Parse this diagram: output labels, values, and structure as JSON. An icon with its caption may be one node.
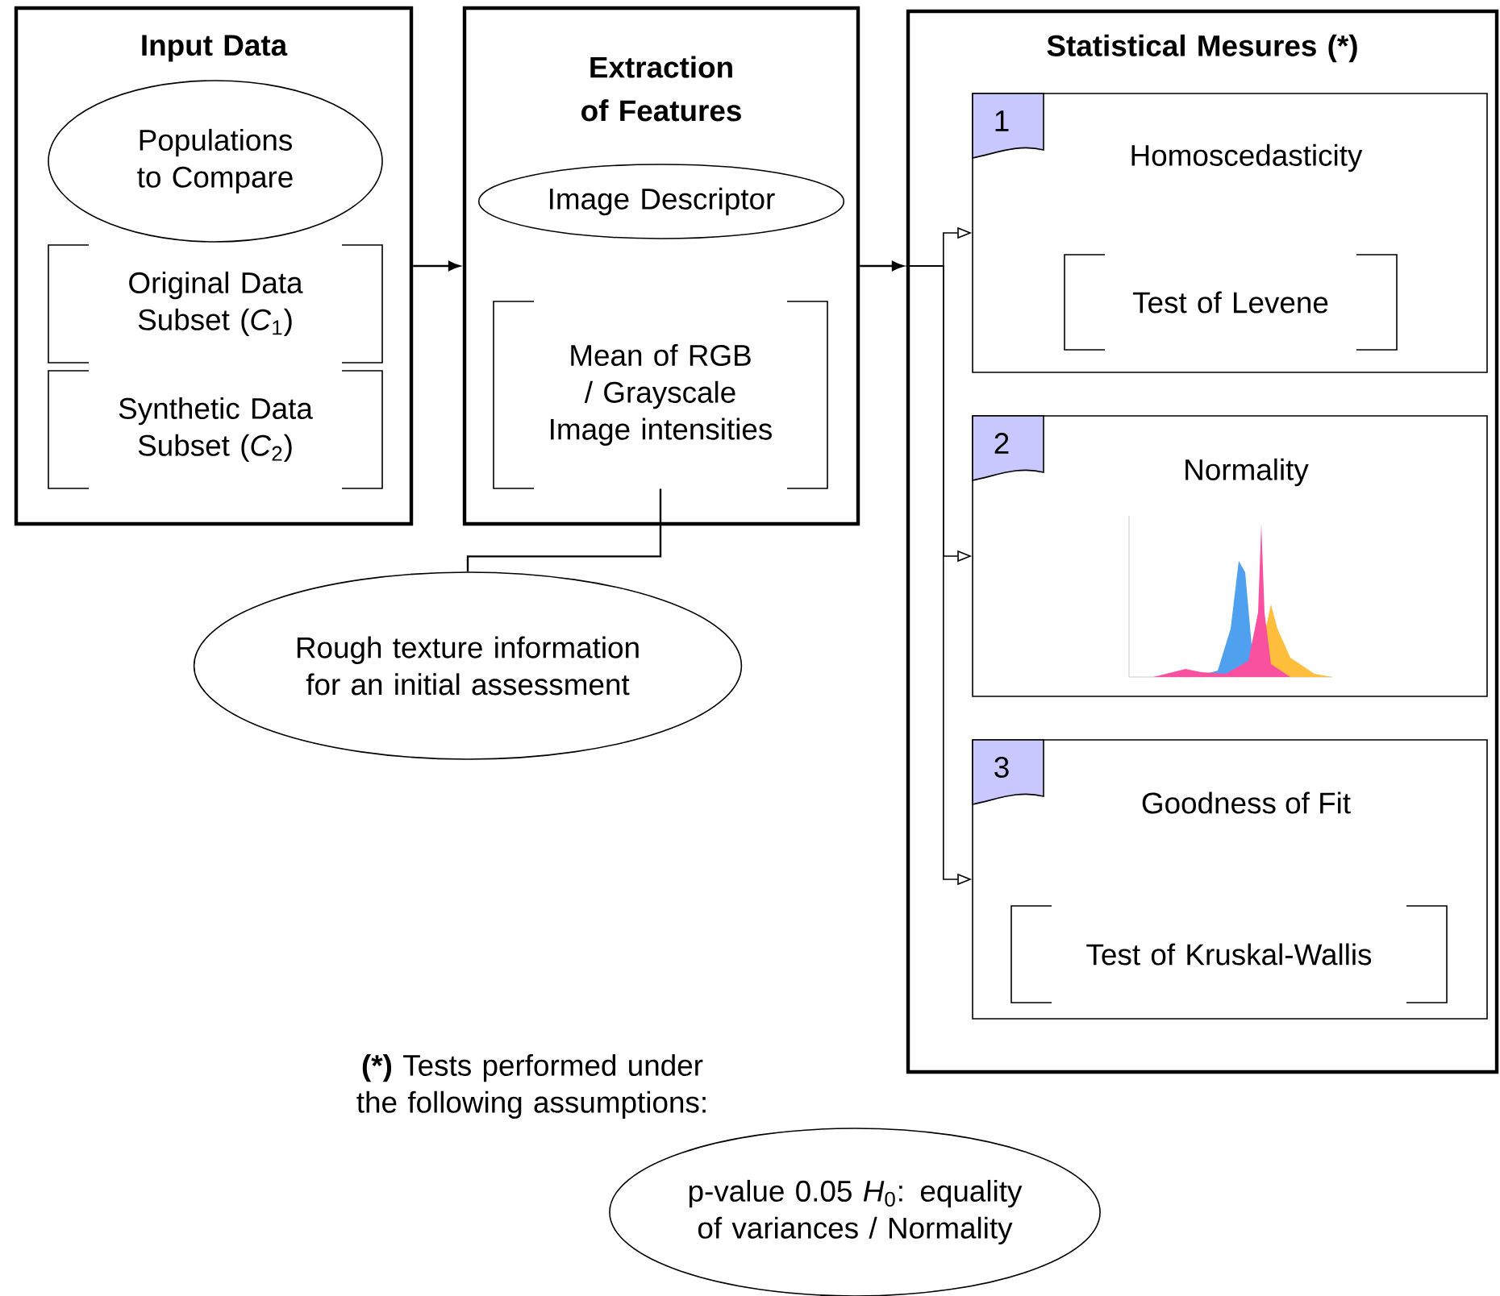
{
  "diagram": {
    "nodes": [
      {
        "text": [
          "Input Data"
        ]
      },
      {
        "text": [
          "Populations to Compare"
        ],
        "in": 0
      },
      {
        "text": [
          "Original Data Subset (*C*$_{1}$)"
        ],
        "in": 0
      },
      {
        "text": [
          "Synthetic Data Subset (*C*$_{2}$)"
        ],
        "in": 0
      },
      {
        "text": [
          "Extraction of Features"
        ]
      },
      {
        "text": [
          "Image Descriptor"
        ],
        "in": 4
      },
      {
        "text": [
          "Mean of RGB / Grayscale Image intensities"
        ],
        "in": 4
      },
      {
        "text": [
          "Rough texture information for an initial assessment"
        ]
      },
      {
        "text": [
          "Statistical Mesures (*)"
        ]
      },
      {
        "text": [
          "Homoscedasticity"
        ],
        "in": 8
      },
      {
        "text": [
          "1"
        ],
        "in": 9
      },
      {
        "text": [
          "Test of Levene"
        ],
        "in": 9
      },
      {
        "text": [
          "Normality"
        ],
        "in": 8
      },
      {
        "text": [
          "2"
        ],
        "in": 12
      },
      {
        "text": [
          "Goodness of Fit"
        ],
        "in": 8
      },
      {
        "text": [
          "3"
        ],
        "in": 14
      },
      {
        "text": [
          "Test of Kruskal-Wallis"
        ],
        "in": 14
      },
      {
        "text": [
          "p-value 0.05 *H*$_{0}$: equality of variances / Normality"
        ]
      }
    ],
    "edges": [
      {
        "from": 0,
        "to": 4,
        "arrow": "to"
      },
      {
        "from": 4,
        "to": 8,
        "arrow": "to"
      },
      {
        "from": 8,
        "to": 9,
        "arrow": "to"
      },
      {
        "from": 8,
        "to": 12,
        "arrow": "to"
      },
      {
        "from": 8,
        "to": 14,
        "arrow": "to"
      },
      {
        "from": 6,
        "to": 7,
        "arrow": "none"
      }
    ],
    "labels": [
      "**(*)** Tests performed under the following assumptions:"
    ]
  }
}
